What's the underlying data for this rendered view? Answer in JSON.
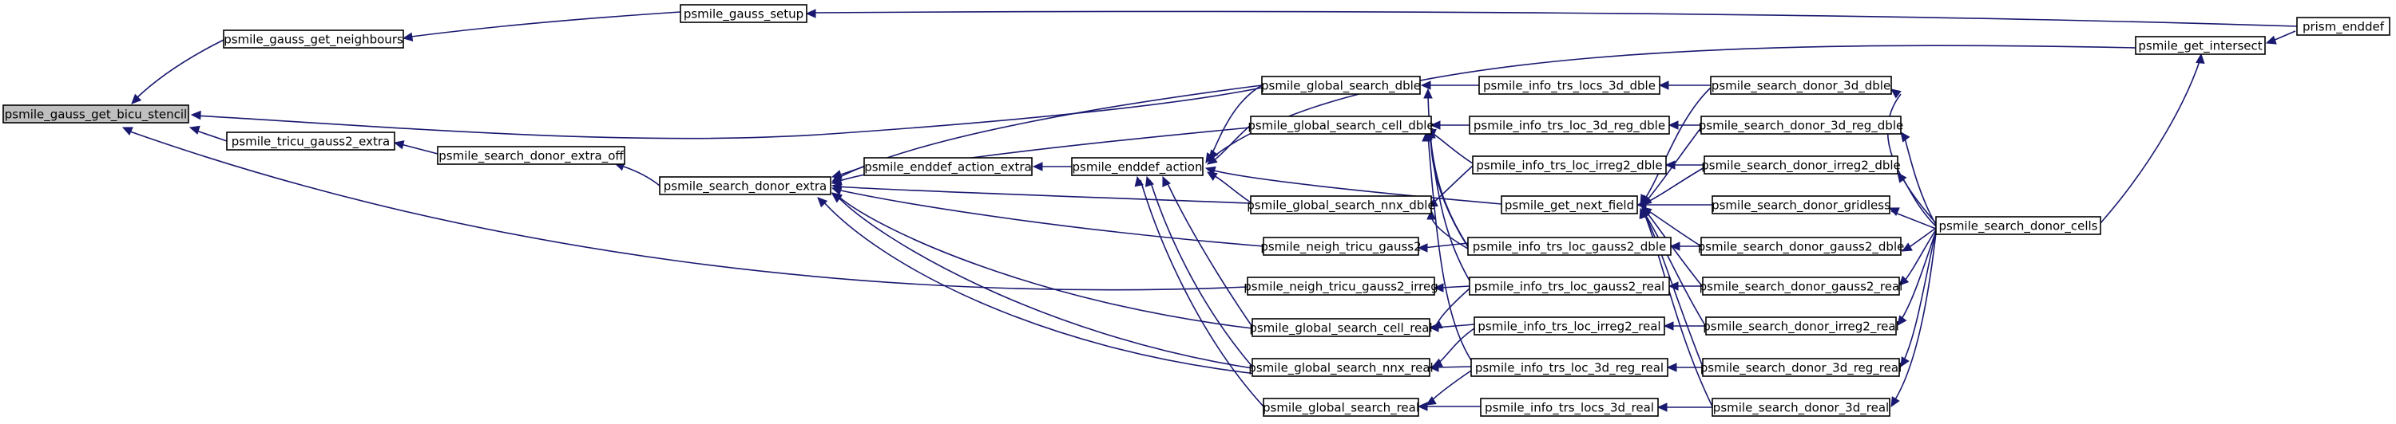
{
  "graph": {
    "root": "psmile_gauss_get_bicu_stencil",
    "nodes": {
      "n_root": "psmile_gauss_get_bicu_stencil",
      "n_gauss_get_neighbours": "psmile_gauss_get_neighbours",
      "n_gauss_setup": "psmile_gauss_setup",
      "n_prism_enddef": "prism_enddef",
      "n_get_intersect": "psmile_get_intersect",
      "n_tricu_gauss2_extra": "psmile_tricu_gauss2_extra",
      "n_search_donor_extra_off": "psmile_search_donor_extra_off",
      "n_search_donor_extra": "psmile_search_donor_extra",
      "n_enddef_action_extra": "psmile_enddef_action_extra",
      "n_enddef_action": "psmile_enddef_action",
      "n_global_search_dble": "psmile_global_search_dble",
      "n_global_search_cell_dble": "psmile_global_search_cell_dble",
      "n_global_search_nnx_dble": "psmile_global_search_nnx_dble",
      "n_neigh_tricu_gauss2": "psmile_neigh_tricu_gauss2",
      "n_neigh_tricu_gauss2_irreg": "psmile_neigh_tricu_gauss2_irreg",
      "n_global_search_cell_real": "psmile_global_search_cell_real",
      "n_global_search_nnx_real": "psmile_global_search_nnx_real",
      "n_global_search_real": "psmile_global_search_real",
      "n_info_trs_locs_3d_dble": "psmile_info_trs_locs_3d_dble",
      "n_info_trs_loc_3d_reg_dble": "psmile_info_trs_loc_3d_reg_dble",
      "n_info_trs_loc_irreg2_dble": "psmile_info_trs_loc_irreg2_dble",
      "n_get_next_field": "psmile_get_next_field",
      "n_info_trs_loc_gauss2_dble": "psmile_info_trs_loc_gauss2_dble",
      "n_info_trs_loc_gauss2_real": "psmile_info_trs_loc_gauss2_real",
      "n_info_trs_loc_irreg2_real": "psmile_info_trs_loc_irreg2_real",
      "n_info_trs_loc_3d_reg_real": "psmile_info_trs_loc_3d_reg_real",
      "n_info_trs_locs_3d_real": "psmile_info_trs_locs_3d_real",
      "n_search_donor_3d_dble": "psmile_search_donor_3d_dble",
      "n_search_donor_3d_reg_dble": "psmile_search_donor_3d_reg_dble",
      "n_search_donor_irreg2_dble": "psmile_search_donor_irreg2_dble",
      "n_search_donor_gridless": "psmile_search_donor_gridless",
      "n_search_donor_gauss2_dble": "psmile_search_donor_gauss2_dble",
      "n_search_donor_gauss2_real": "psmile_search_donor_gauss2_real",
      "n_search_donor_irreg2_real": "psmile_search_donor_irreg2_real",
      "n_search_donor_3d_reg_real": "psmile_search_donor_3d_reg_real",
      "n_search_donor_3d_real": "psmile_search_donor_3d_real",
      "n_search_donor_cells": "psmile_search_donor_cells"
    },
    "colors": {
      "edge": "#191970",
      "root_fill": "#bfbfbf",
      "node_fill": "#ffffff",
      "node_border": "#000000"
    }
  }
}
